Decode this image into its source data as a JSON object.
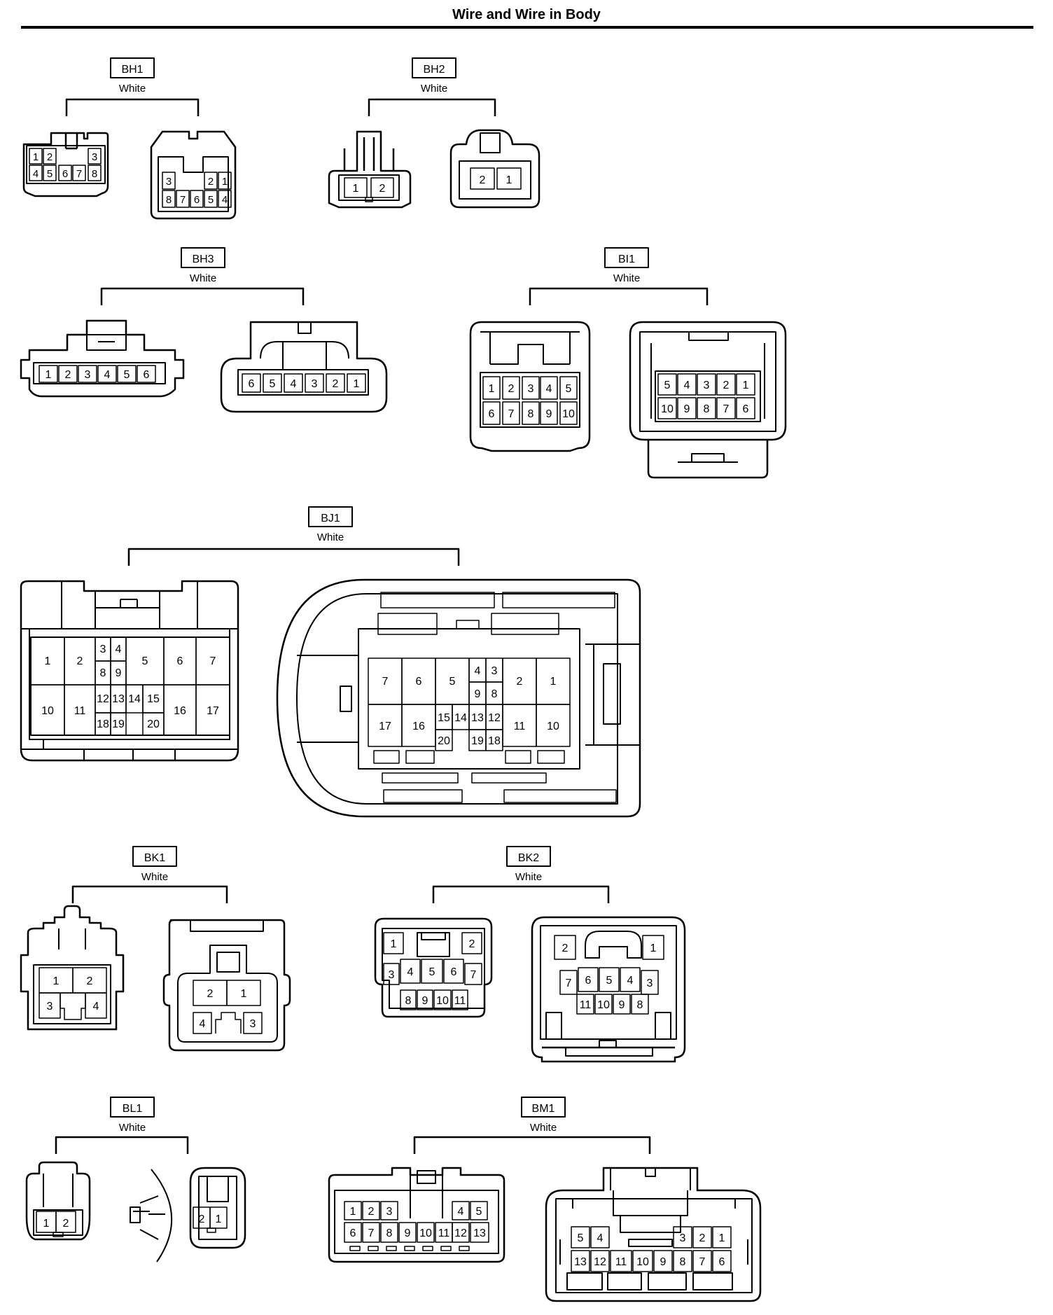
{
  "page": {
    "title": "Wire and Wire in Body"
  },
  "connectors": [
    {
      "id": "BH1",
      "color": "White",
      "left_pins": [
        "1",
        "2",
        "3",
        "4",
        "5",
        "6",
        "7",
        "8"
      ],
      "right_pins": [
        "3",
        "2",
        "1",
        "8",
        "7",
        "6",
        "5",
        "4"
      ]
    },
    {
      "id": "BH2",
      "color": "White",
      "left_pins": [
        "1",
        "2"
      ],
      "right_pins": [
        "2",
        "1"
      ]
    },
    {
      "id": "BH3",
      "color": "White",
      "left_pins": [
        "1",
        "2",
        "3",
        "4",
        "5",
        "6"
      ],
      "right_pins": [
        "6",
        "5",
        "4",
        "3",
        "2",
        "1"
      ]
    },
    {
      "id": "BI1",
      "color": "White",
      "left_pins": [
        "1",
        "2",
        "3",
        "4",
        "5",
        "6",
        "7",
        "8",
        "9",
        "10"
      ],
      "right_pins": [
        "5",
        "4",
        "3",
        "2",
        "1",
        "10",
        "9",
        "8",
        "7",
        "6"
      ]
    },
    {
      "id": "BJ1",
      "color": "White",
      "left_pins": [
        "1",
        "2",
        "3",
        "4",
        "5",
        "6",
        "7",
        "8",
        "9",
        "10",
        "11",
        "12",
        "13",
        "14",
        "15",
        "16",
        "17",
        "18",
        "19",
        "20"
      ],
      "right_pins": [
        "7",
        "6",
        "5",
        "4",
        "3",
        "2",
        "1",
        "9",
        "8",
        "17",
        "16",
        "15",
        "14",
        "13",
        "12",
        "11",
        "10",
        "20",
        "19",
        "18"
      ]
    },
    {
      "id": "BK1",
      "color": "White",
      "left_pins": [
        "1",
        "2",
        "3",
        "4"
      ],
      "right_pins": [
        "2",
        "1",
        "4",
        "3"
      ]
    },
    {
      "id": "BK2",
      "color": "White",
      "left_pins": [
        "1",
        "2",
        "3",
        "4",
        "5",
        "6",
        "7",
        "8",
        "9",
        "10",
        "11"
      ],
      "right_pins": [
        "2",
        "1",
        "7",
        "6",
        "5",
        "4",
        "3",
        "11",
        "10",
        "9",
        "8"
      ]
    },
    {
      "id": "BL1",
      "color": "White",
      "left_pins": [
        "1",
        "2"
      ],
      "right_pins": [
        "2",
        "1"
      ]
    },
    {
      "id": "BM1",
      "color": "White",
      "left_pins": [
        "1",
        "2",
        "3",
        "4",
        "5",
        "6",
        "7",
        "8",
        "9",
        "10",
        "11",
        "12",
        "13"
      ],
      "right_pins": [
        "5",
        "4",
        "3",
        "2",
        "1",
        "13",
        "12",
        "11",
        "10",
        "9",
        "8",
        "7",
        "6"
      ]
    }
  ]
}
